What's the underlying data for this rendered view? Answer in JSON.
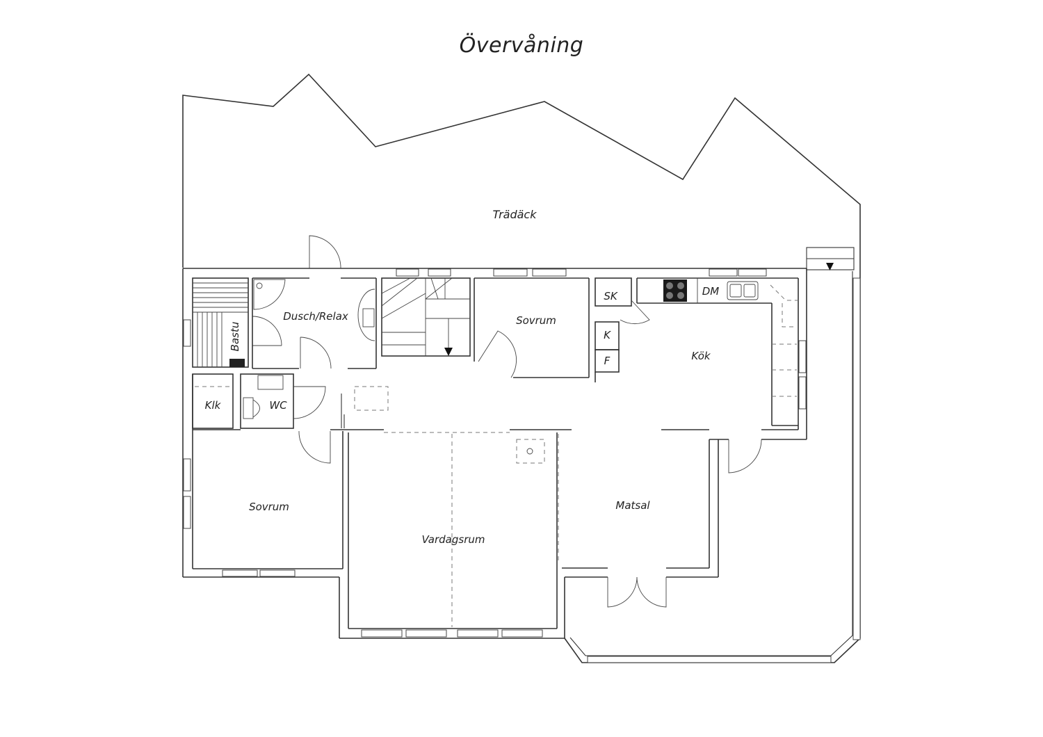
{
  "title": "Övervåning",
  "rooms": {
    "deck": "Trädäck",
    "shower": "Dusch/Relax",
    "sauna": "Bastu",
    "bedroom_top": "Sovrum",
    "sk": "SK",
    "dm": "DM",
    "k": "K",
    "f": "F",
    "kitchen": "Kök",
    "closet": "Klk",
    "wc": "WC",
    "bedroom_left": "Sovrum",
    "living": "Vardagsrum",
    "dining": "Matsal"
  }
}
